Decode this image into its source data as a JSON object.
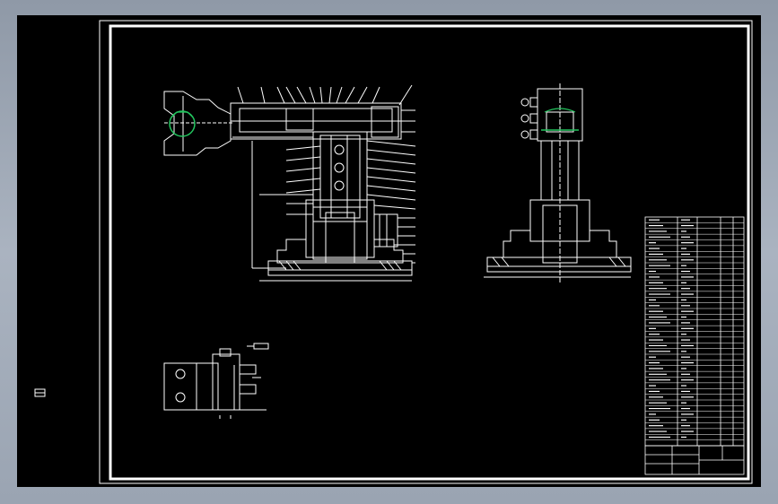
{
  "app": {
    "kind": "CAD drawing viewer"
  },
  "drawing": {
    "background": "#000000",
    "line_color": "#ffffff",
    "highlight_color": "#22c55e",
    "views": [
      "front-section-view",
      "side-view",
      "gripper-detail-view"
    ],
    "parts_list_rows": 40,
    "title_block_present": true
  },
  "icons": {
    "left_margin_mark": "small-symbol-icon"
  }
}
